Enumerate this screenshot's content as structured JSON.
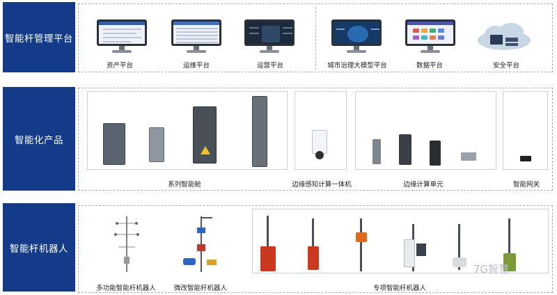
{
  "rows": [
    {
      "label": "智能杆管理平台",
      "items": [
        {
          "caption": "资产平台",
          "icon": "monitor-icon"
        },
        {
          "caption": "运维平台",
          "icon": "monitor-icon"
        },
        {
          "caption": "运营平台",
          "icon": "monitor-icon"
        },
        {
          "caption": "城市治理大模型平台",
          "icon": "monitor-icon"
        },
        {
          "caption": "数据平台",
          "icon": "monitor-icon"
        },
        {
          "caption": "安全平台",
          "icon": "cloud-server-icon"
        }
      ]
    },
    {
      "label": "智能化产品",
      "groups": [
        {
          "caption": "系列智能舱",
          "icon": "cabinet-icon"
        },
        {
          "caption": "边缘感知计算一体机",
          "icon": "camera-icon"
        },
        {
          "caption": "边缘计算单元",
          "icon": "edge-unit-icon"
        },
        {
          "caption": "智能网关",
          "icon": "gateway-icon"
        }
      ]
    },
    {
      "label": "智能杆机器人",
      "groups": [
        {
          "caption": "多功能智能杆机器人",
          "icon": "pole-diagram-icon"
        },
        {
          "caption": "微改智能杆机器人",
          "icon": "pole-retrofit-icon"
        },
        {
          "caption": "专项智能杆机器人",
          "icon": "pole-robot-icon"
        }
      ]
    }
  ],
  "watermark": "7G智慧",
  "colors": {
    "label_bg": "#143a8a",
    "dash": "#9fb0c8",
    "accent_orange": "#d9481f"
  }
}
